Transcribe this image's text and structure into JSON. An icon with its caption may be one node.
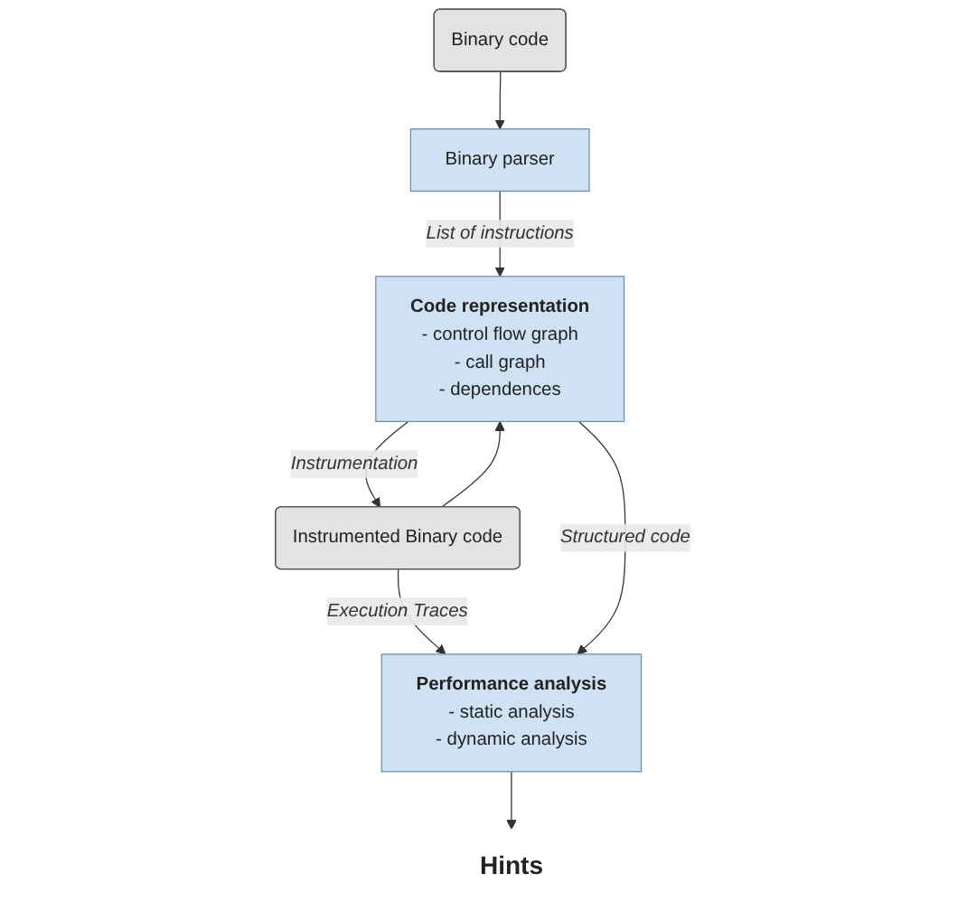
{
  "diagram": {
    "nodes": [
      {
        "text": [
          "Binary parser"
        ]
      },
      {
        "text": [
          "Binary code"
        ]
      },
      {
        "text": [
          "Code representation",
          "- control flow graph",
          "- call graph",
          "- dependences"
        ]
      },
      {
        "text": [
          "Instrumented Binary code"
        ]
      },
      {
        "text": [
          "Performance analysis",
          "- static analysis",
          "- dynamic analysis"
        ]
      },
      {
        "text": [
          "Hints"
        ]
      }
    ],
    "edges": [
      {
        "from": 1,
        "to": 0,
        "arrow": "to"
      },
      {
        "from": 0,
        "to": 2,
        "arrow": "to",
        "label": "List of instructions"
      },
      {
        "from": 2,
        "to": 3,
        "arrow": "to",
        "label": "Instrumentation"
      },
      {
        "from": 3,
        "to": 2,
        "arrow": "to"
      },
      {
        "from": 3,
        "to": 4,
        "arrow": "to",
        "label": "Execution Traces"
      },
      {
        "from": 2,
        "to": 4,
        "arrow": "to",
        "label": "Structured code"
      },
      {
        "from": 4,
        "to": 5,
        "arrow": "to"
      }
    ]
  }
}
